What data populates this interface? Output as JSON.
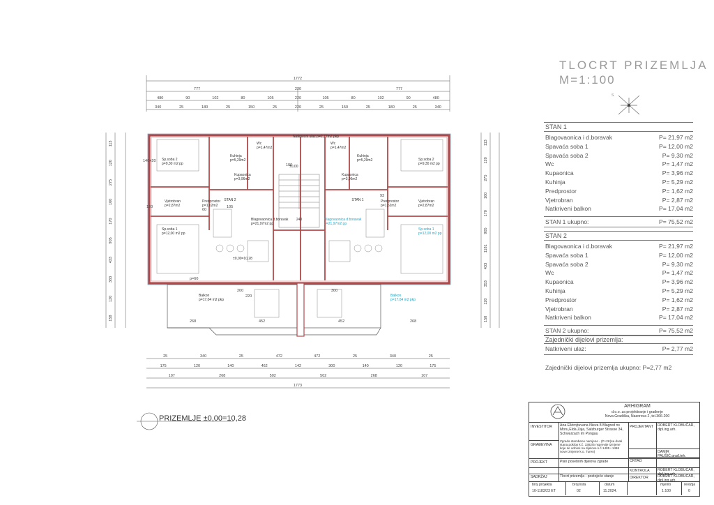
{
  "title": "TLOCRT PRIZEMLJA",
  "scale": "M=1:100",
  "floor_label": "PRIZEMLJE  ±0,00=10,28",
  "plan": {
    "top_dims": {
      "total": "1772",
      "row2": [
        "777",
        "220",
        "777"
      ],
      "row3": [
        "480",
        "90",
        "102",
        "80",
        "105",
        "220",
        "105",
        "80",
        "102",
        "90",
        "480"
      ],
      "row4": [
        "340",
        "25",
        "180",
        "25",
        "150",
        "25",
        "220",
        "25",
        "150",
        "25",
        "180",
        "25",
        "340"
      ]
    },
    "bottom_dims": {
      "row1": [
        "25",
        "340",
        "25",
        "472",
        "472",
        "25",
        "340",
        "25"
      ],
      "row2": [
        "175",
        "120",
        "140",
        "462",
        "142",
        "300",
        "140",
        "120",
        "175"
      ],
      "row3": [
        "107",
        "268",
        "502",
        "502",
        "268",
        "107"
      ],
      "total": "1773"
    },
    "left_dims": [
      "113",
      "120",
      "275",
      "160",
      "170",
      "905",
      "433",
      "383",
      "120",
      "158"
    ],
    "right_dims": [
      "113",
      "120",
      "275",
      "160",
      "170",
      "905",
      "1181",
      "433",
      "353",
      "120",
      "158"
    ],
    "stan2_label": "STAN 2",
    "stan1_label": "STAN 1",
    "level_mark": "±0,00=10,28",
    "entrance_label": "Natkriveni ulaz p=2,77m2 pkp",
    "stair_width": "240",
    "stair_level": "±0,00",
    "room_labels": [
      {
        "t": "Sp.soba 2",
        "s": "p=9,30 m2 pp"
      },
      {
        "t": "Kuhinja",
        "s": "p=5,29m2"
      },
      {
        "t": "Wc",
        "s": "p=1,47m2"
      },
      {
        "t": "Kupaonica",
        "s": "p=3,96m2"
      },
      {
        "t": "Predprostor",
        "s": "p=1,62m2"
      },
      {
        "t": "Vjetrobran",
        "s": "p=2,87m2"
      },
      {
        "t": "Sp.soba 1",
        "s": "p=12,00 m2 pp"
      },
      {
        "t": "Blagovaonica d.boravak",
        "s": "p=21,97m2 pp"
      },
      {
        "t": "Balkon",
        "s": "p=17,04 m2 pkp"
      }
    ],
    "misc_dims": [
      "300",
      "200",
      "220",
      "268",
      "452",
      "452",
      "268",
      "105",
      "100",
      "140+20",
      "120",
      "93",
      "60",
      "p=60"
    ]
  },
  "stan1": {
    "title": "STAN 1",
    "rows": [
      {
        "name": "Blagovaonica i d.boravak",
        "value": "P= 21,97 m2"
      },
      {
        "name": "Spavaća soba 1",
        "value": "P= 12,00 m2"
      },
      {
        "name": "Spavaća soba 2",
        "value": "P= 9,30 m2"
      },
      {
        "name": "Wc",
        "value": "P= 1,47 m2"
      },
      {
        "name": "Kupaonica",
        "value": "P= 3,96 m2"
      },
      {
        "name": "Kuhinja",
        "value": "P= 5,29 m2"
      },
      {
        "name": "Predprostor",
        "value": "P= 1,62 m2"
      },
      {
        "name": "Vjetrobran",
        "value": "P= 2,87 m2"
      },
      {
        "name": "Natkriveni balkon",
        "value": "P= 17,04 m2"
      }
    ],
    "total_name": "STAN 1 ukupno:",
    "total_value": "P= 75,52 m2"
  },
  "stan2": {
    "title": "STAN 2",
    "rows": [
      {
        "name": "Blagovaonica i d.boravak",
        "value": "P= 21,97 m2"
      },
      {
        "name": "Spavaća soba 1",
        "value": "P= 12,00 m2"
      },
      {
        "name": "Spavaća soba 2",
        "value": "P= 9,30 m2"
      },
      {
        "name": "Wc",
        "value": "P= 1,47 m2"
      },
      {
        "name": "Kupaonica",
        "value": "P= 3,96 m2"
      },
      {
        "name": "Kuhinja",
        "value": "P= 5,29 m2"
      },
      {
        "name": "Predprostor",
        "value": "P= 1,62 m2"
      },
      {
        "name": "Vjetrobran",
        "value": "P= 2,87 m2"
      },
      {
        "name": "Natkriveni balkon",
        "value": "P= 17,04 m2"
      }
    ],
    "total_name": "STAN 2 ukupno:",
    "total_value": "P= 75,52 m2"
  },
  "common": {
    "title": "Zajednički dijelovi prizemlja:",
    "row_name": "Natkriveni ulaz:",
    "row_value": "P= 2,77 m2",
    "total": "Zajednički dijelovi prizemlja ukupno: P=2,77 m2"
  },
  "stamp": {
    "company": "ARHIGRAM",
    "company_sub": "d.o.o. za projektiranje i građenje",
    "company_addr": "Nova Gradiška, Nazorova 2, tel.366-200",
    "investitor_label": "INVESTITOR",
    "investitor": "Ana Elktrojtuvana Nieva 8 Blagred ns Moru,Elda Zaja, Salzburger Strasse 34, Schwarzach im Pongau",
    "gradjevina_label": "GRAĐEVINA",
    "gradjevina": "Zgrada stambene namjene - (P+2K)sa dvati stana,poklop k.č. 3382/5 nsprevije izmjene koje se odnosi na dijelove k.č.1485 i 1486 nove izmjene k.o. Turen)",
    "projektant_label": "PROJEKTANT",
    "projektant": "ROBERT KLOBUČAR, dipl.ing.arh.",
    "crtao_label": "CRTAO",
    "crtao": "DAMIR PAUŠIĆ,građ.teh.",
    "projekt_label": "PROJEKT",
    "projekt": "Plan posebnih dijelova zgrade",
    "kontrola_label": "KONTROLA",
    "kontrola": "ROBERT KLOBUČAR, dipl.ing.arh.",
    "sadrzaj_label": "SADRŽAJ",
    "sadrzaj": "Tlocrt prizemlja - postojeće stanje",
    "direktor_label": "DIREKTOR",
    "direktor": "ROBERT KLOBUČAR, dipl.ing.arh.",
    "broj_projekta_label": "broj projekta",
    "broj_projekta": "10-1183/23 ET",
    "broj_lista_label": "broj lista",
    "broj_lista": "02",
    "datum_label": "datum",
    "datum": "11.2024.",
    "mjerilo_label": "mjerilo",
    "mjerilo": "1:100",
    "revizija_label": "revizija",
    "revizija": "0"
  }
}
